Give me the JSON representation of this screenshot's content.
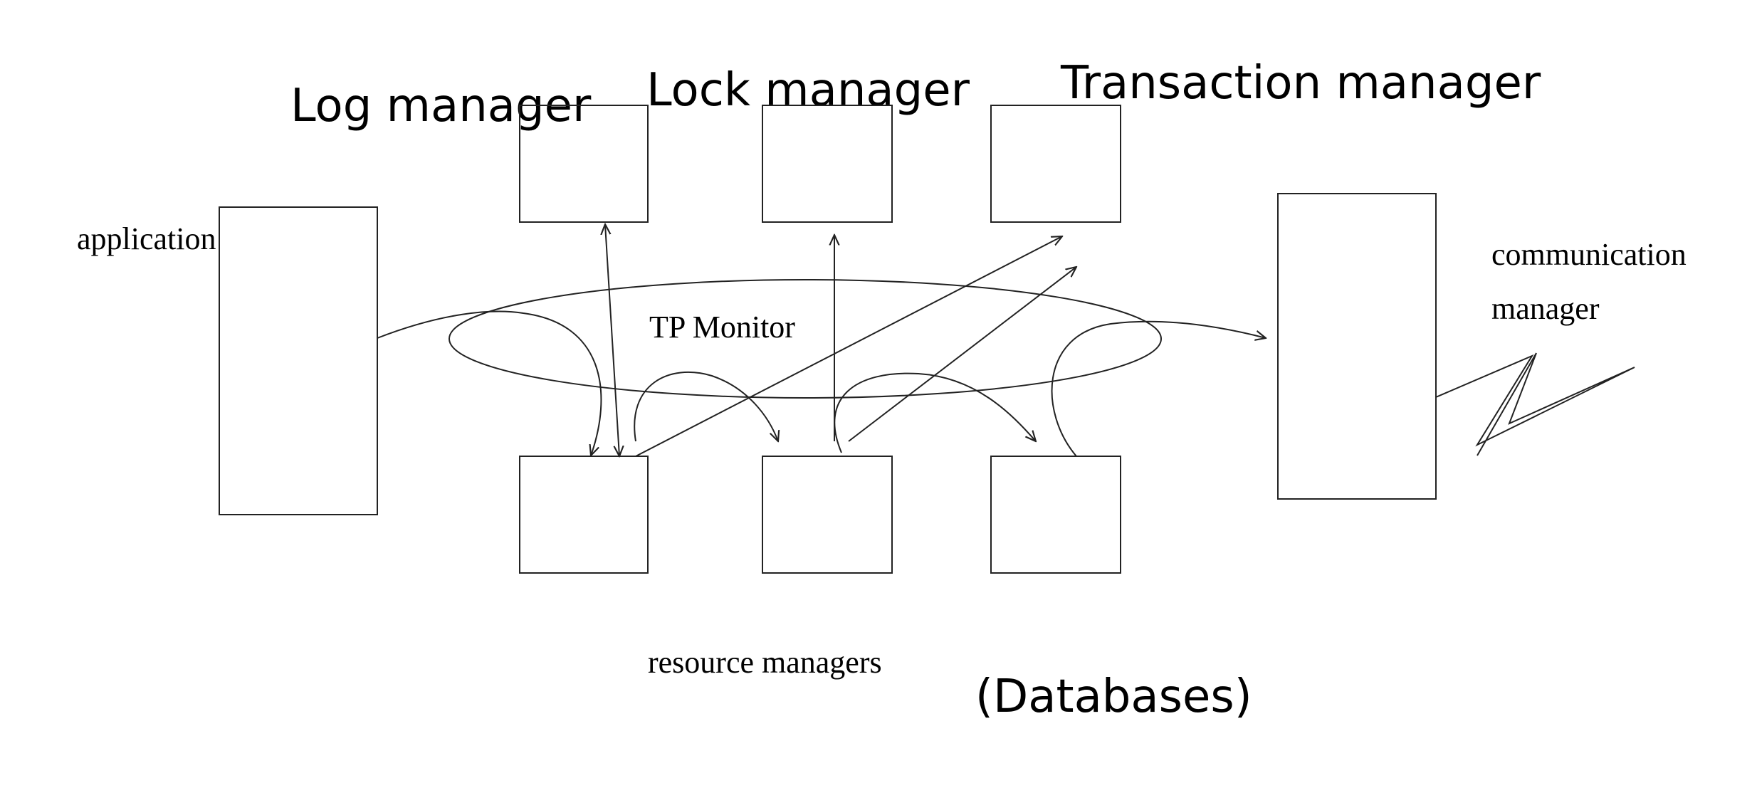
{
  "labels": {
    "log_manager": "Log manager",
    "lock_manager": "Lock manager",
    "transaction_manager": "Transaction manager",
    "application": "application",
    "tp_monitor": "TP Monitor",
    "communication_manager_line1": "communication",
    "communication_manager_line2": "manager",
    "resource_managers": "resource managers",
    "databases": "(Databases)"
  }
}
